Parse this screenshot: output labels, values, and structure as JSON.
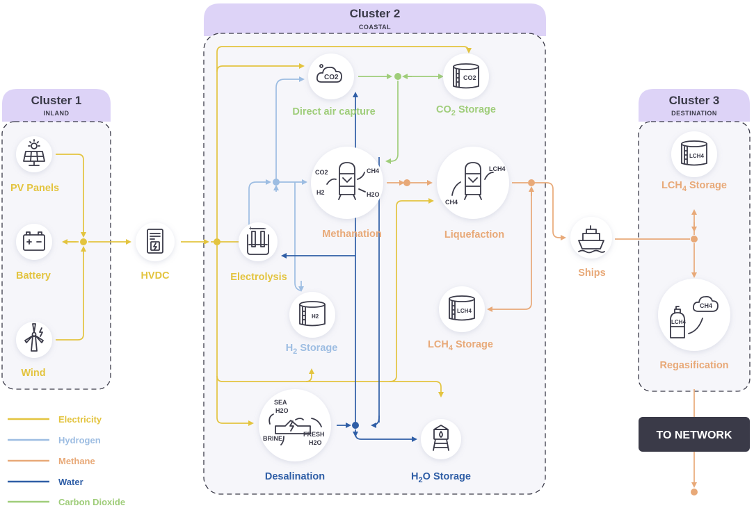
{
  "colors": {
    "electricity": "#e3c43f",
    "hydrogen": "#9dbde2",
    "methane": "#e8a978",
    "water": "#2f5ea6",
    "carbon_dioxide": "#9fcd7a",
    "cluster_header": "#ddd3f7",
    "dark": "#3a3a48"
  },
  "clusters": [
    {
      "title": "Cluster 1",
      "subtitle": "INLAND"
    },
    {
      "title": "Cluster 2",
      "subtitle": "COASTAL"
    },
    {
      "title": "Cluster 3",
      "subtitle": "DESTINATION"
    }
  ],
  "nodes": {
    "pv_panels": {
      "label": "PV Panels",
      "icon": "solar-panel-icon"
    },
    "battery": {
      "label": "Battery",
      "icon": "battery-icon"
    },
    "wind": {
      "label": "Wind",
      "icon": "wind-turbine-icon"
    },
    "hvdc": {
      "label": "HVDC",
      "icon": "hvdc-converter-icon"
    },
    "electrolysis": {
      "label": "Electrolysis",
      "icon": "electrolyzer-icon"
    },
    "direct_air_capture": {
      "label": "Direct air capture",
      "icon": "co2-cloud-icon",
      "icon_text": "CO2"
    },
    "co2_storage": {
      "label_main": "CO",
      "label_sub": "2",
      "label_tail": " Storage",
      "icon": "storage-tank-icon",
      "icon_text": "CO2"
    },
    "methanation": {
      "label": "Methanation",
      "icon": "reactor-icon",
      "in1": "CO2",
      "in2": "H2",
      "out1": "CH4",
      "out2": "H2O"
    },
    "liquefaction": {
      "label": "Liquefaction",
      "icon": "liquefier-icon",
      "in1": "CH4",
      "out1": "LCH4"
    },
    "h2_storage": {
      "label_main": "H",
      "label_sub": "2",
      "label_tail": " Storage",
      "icon": "storage-tank-icon",
      "icon_text": "H2"
    },
    "lch4_storage_coastal": {
      "label_main": "LCH",
      "label_sub": "4",
      "label_tail": " Storage",
      "icon": "storage-tank-icon",
      "icon_text": "LCH4"
    },
    "desalination": {
      "label": "Desalination",
      "icon": "desalination-icon",
      "sea": "SEA",
      "sea_h2o": "H2O",
      "brine": "BRINE",
      "fresh": "FRESH",
      "fresh_h2o": "H2O"
    },
    "h2o_storage": {
      "label_main": "H",
      "label_sub": "2",
      "label_tail": "O Storage",
      "icon": "water-tower-icon"
    },
    "ships": {
      "label": "Ships",
      "icon": "ship-icon"
    },
    "lch4_storage_destination": {
      "label_main": "LCH",
      "label_sub": "4",
      "label_tail": " Storage",
      "icon": "storage-tank-icon",
      "icon_text": "LCH4"
    },
    "regasification": {
      "label": "Regasification",
      "icon": "gas-cylinder-icon",
      "icon_text": "LCH4",
      "cloud_text": "CH4"
    }
  },
  "to_network": {
    "label": "TO NETWORK"
  },
  "legend": [
    {
      "label": "Electricity",
      "color": "#e3c43f"
    },
    {
      "label": "Hydrogen",
      "color": "#9dbde2"
    },
    {
      "label": "Methane",
      "color": "#e8a978"
    },
    {
      "label": "Water",
      "color": "#2f5ea6"
    },
    {
      "label": "Carbon Dioxide",
      "color": "#9fcd7a"
    }
  ]
}
